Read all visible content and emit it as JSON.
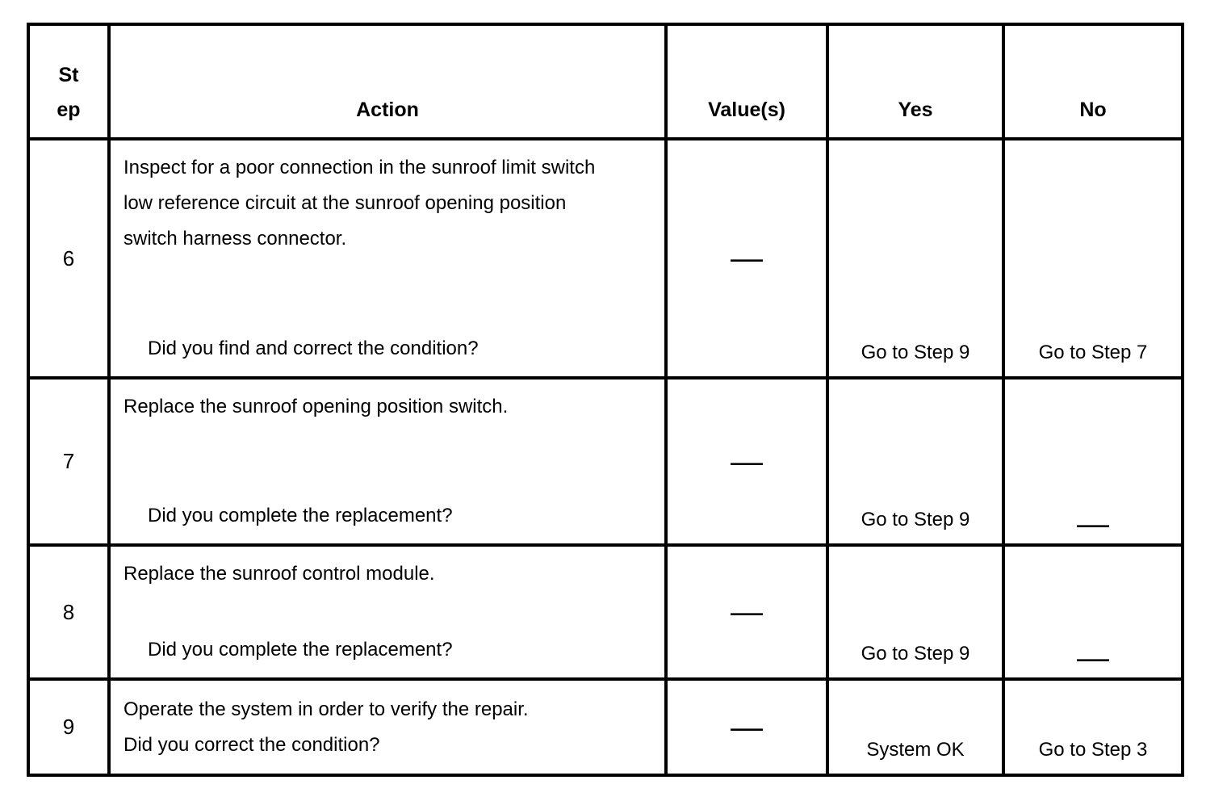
{
  "colors": {
    "background": "#ffffff",
    "border": "#000000",
    "text": "#000000"
  },
  "table": {
    "headers": {
      "step": "St\nep",
      "action": "Action",
      "values": "Value(s)",
      "yes": "Yes",
      "no": "No"
    },
    "rows": [
      {
        "step": "6",
        "action_main": "Inspect for a poor connection in the sunroof limit switch low reference circuit at the sunroof opening position switch harness connector.",
        "action_question": "Did you find and correct the condition?",
        "value": "—",
        "yes": "Go to Step 9",
        "no": "Go to Step 7"
      },
      {
        "step": "7",
        "action_main": "Replace the sunroof opening position switch.",
        "action_question": "Did you complete the replacement?",
        "value": "—",
        "yes": "Go to Step 9",
        "no": "—"
      },
      {
        "step": "8",
        "action_main": "Replace the sunroof control module.",
        "action_question": "Did you complete the replacement?",
        "value": "—",
        "yes": "Go to Step 9",
        "no": "—"
      },
      {
        "step": "9",
        "action_main": "Operate the system in order to verify the repair.",
        "action_question": "Did you correct the condition?",
        "value": "—",
        "yes": "System OK",
        "no": "Go to Step 3"
      }
    ]
  }
}
